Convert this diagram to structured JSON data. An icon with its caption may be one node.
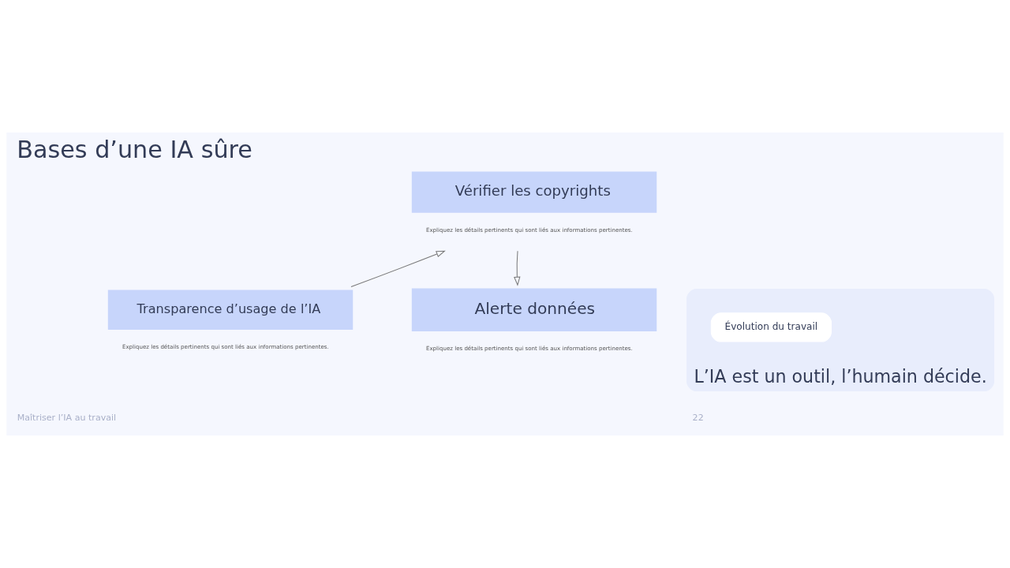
{
  "diagram": {
    "title": "Bases d’une IA sûre",
    "nodes": [
      {
        "text": [
          "Transparence d’usage de l’IA"
        ],
        "beside": [
          "Expliquez les détails pertinents qui sont liés aux informations pertinentes."
        ]
      },
      {
        "text": [
          "Vérifier les copyrights"
        ],
        "beside": [
          "Expliquez les détails pertinents qui sont liés aux informations pertinentes."
        ]
      },
      {
        "text": [
          "Alerte données"
        ],
        "beside": [
          "Expliquez les détails pertinents qui sont liés aux informations pertinentes."
        ]
      },
      {
        "text": [
          "L’IA est un outil, l’humain décide."
        ]
      },
      {
        "text": [
          "Évolution du travail"
        ],
        "in": 3
      }
    ],
    "edges": [
      {
        "from": 0,
        "to": 1,
        "arrow": "to"
      },
      {
        "from": 1,
        "to": 2,
        "arrow": "to"
      }
    ],
    "labels": [
      "Maîtriser l’IA au travail",
      "22"
    ]
  }
}
